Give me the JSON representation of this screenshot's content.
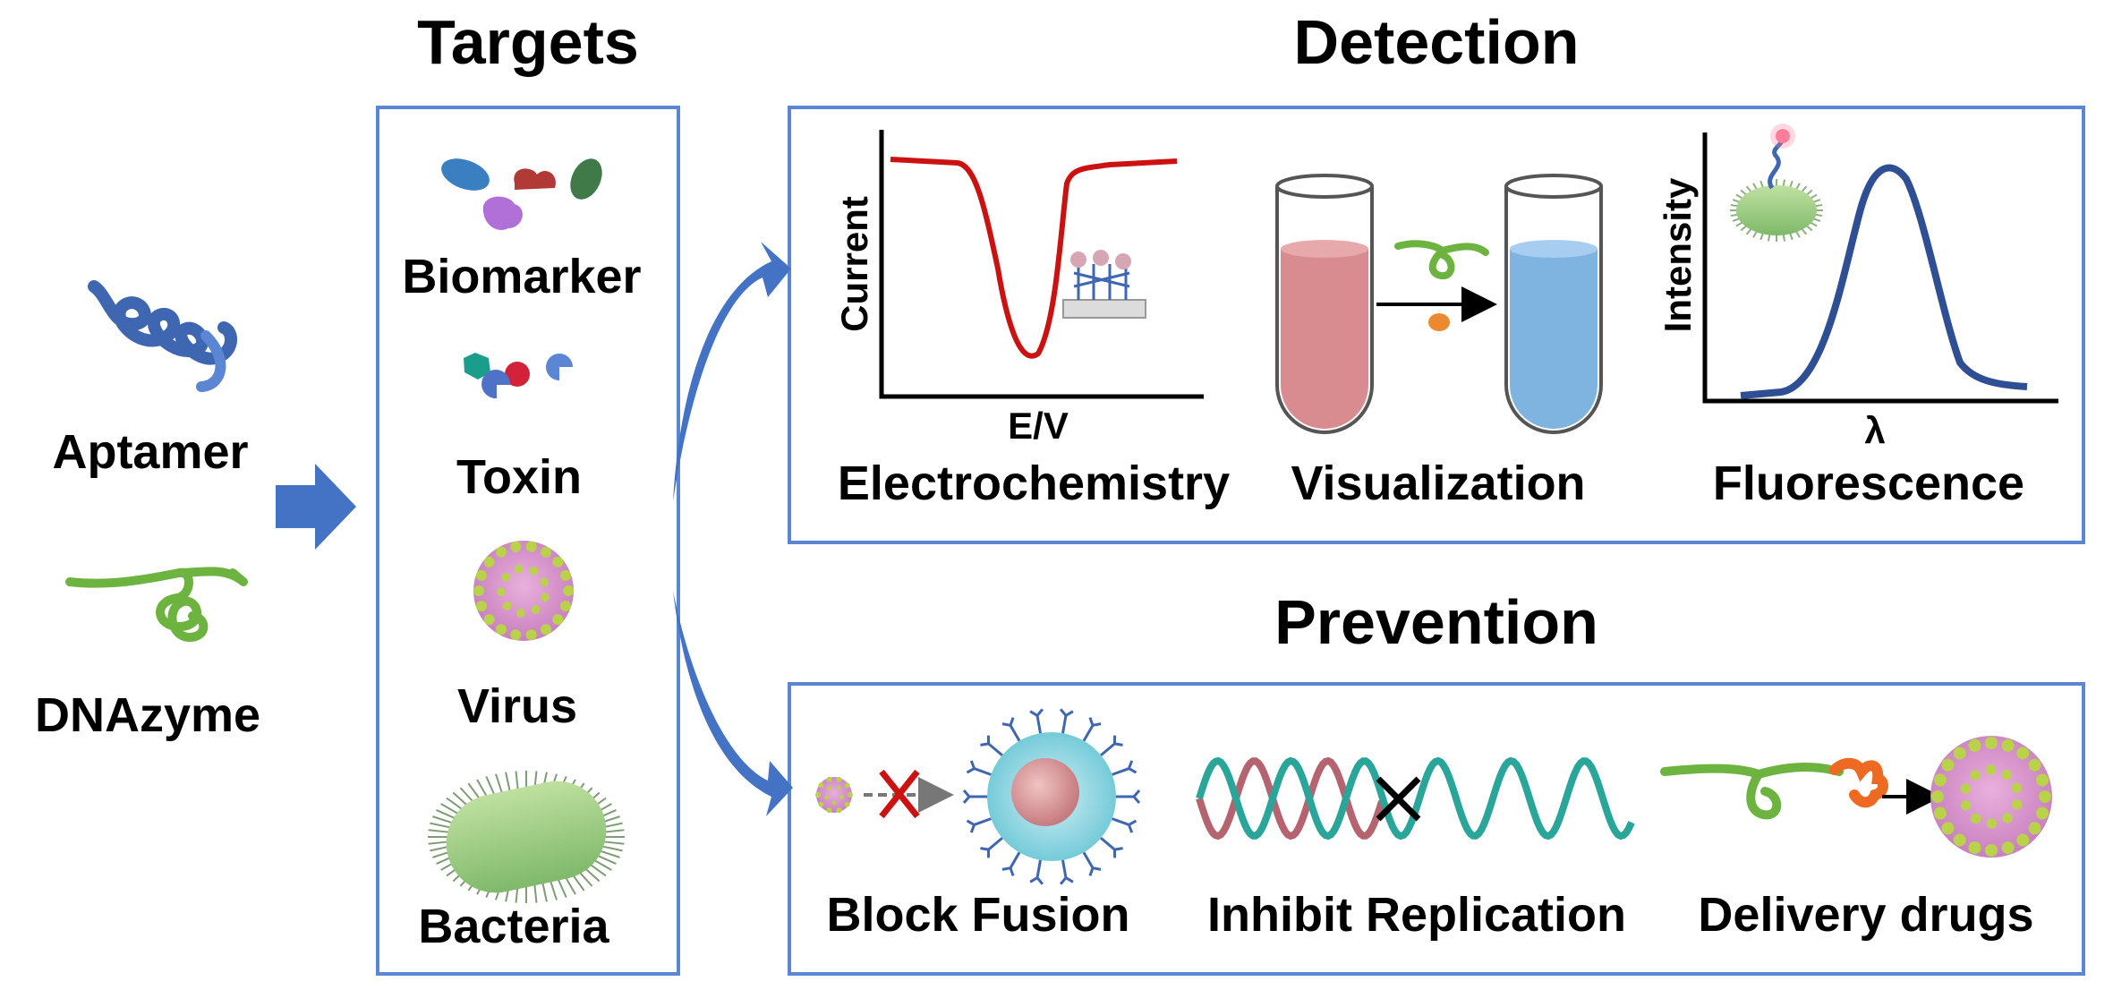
{
  "headings": {
    "targets": "Targets",
    "detection": "Detection",
    "prevention": "Prevention"
  },
  "recognition": {
    "aptamer": "Aptamer",
    "dnazyme": "DNAzyme"
  },
  "targets": [
    "Biomarker",
    "Toxin",
    "Virus",
    "Bacteria"
  ],
  "detection": {
    "electrochemistry": {
      "label": "Electrochemistry",
      "ylabel": "Current",
      "xlabel": "E/V"
    },
    "visualization": {
      "label": "Visualization"
    },
    "fluorescence": {
      "label": "Fluorescence",
      "ylabel": "Intensity",
      "xlabel": "λ"
    }
  },
  "prevention": [
    "Block Fusion",
    "Inhibit Replication",
    "Delivery drugs"
  ],
  "colors": {
    "box_border": "#5b86d4",
    "arrow_blue": "#4472c4",
    "aptamer_blue": "#3f66b0",
    "dnazyme_green": "#6db33f",
    "curve_red": "#cc1111",
    "curve_blue": "#2f4f95",
    "tube_red": "#d98c90",
    "tube_blue": "#7fb3e0"
  }
}
